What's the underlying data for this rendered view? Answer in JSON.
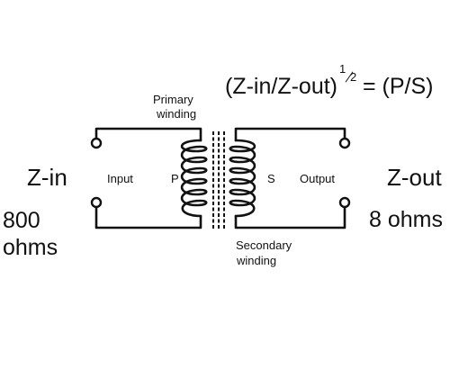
{
  "formula": {
    "left": "(Z-in/Z-out)",
    "exp_num": "1",
    "exp_den": "2",
    "right": "= (P/S)"
  },
  "labels": {
    "primary_line1": "Primary",
    "primary_line2": "winding",
    "secondary_line1": "Secondary",
    "secondary_line2": "winding",
    "input": "Input",
    "output": "Output",
    "p": "P",
    "s": "S"
  },
  "impedance": {
    "in_label": "Z-in",
    "in_value": "800",
    "in_unit": "ohms",
    "out_label": "Z-out",
    "out_value": "8 ohms"
  },
  "colors": {
    "ink": "#111111",
    "background": "#ffffff"
  }
}
